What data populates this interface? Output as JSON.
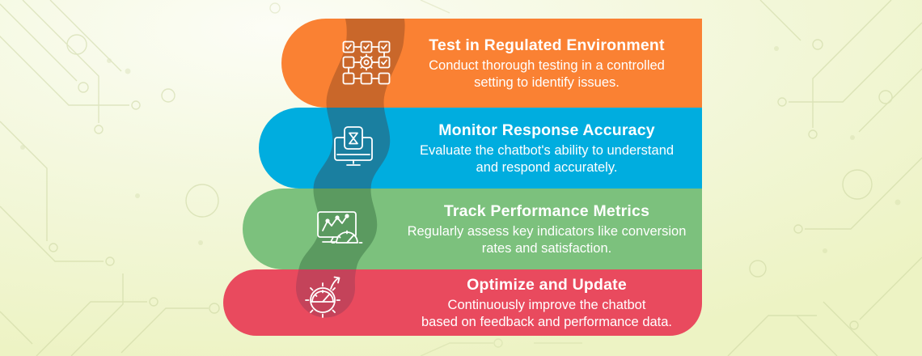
{
  "title_hint": "Chatbot testing and optimization infographic",
  "background": {
    "gradient_start": "#FCFDF6",
    "gradient_mid": "#F4F8DE",
    "gradient_end": "#EDF3C4",
    "pattern_color": "#C7D29B"
  },
  "steps": [
    {
      "title": "Test in Regulated Environment",
      "desc": [
        "Conduct thorough testing in a controlled",
        "setting to identify issues."
      ],
      "icon": "flowchart-checklist-gear-icon",
      "colors": {
        "band": "#FA8133",
        "ribbon": "#C9672A"
      }
    },
    {
      "title": "Monitor Response Accuracy",
      "desc": [
        "Evaluate the chatbot's ability to understand",
        "and respond accurately."
      ],
      "icon": "monitor-hourglass-card-icon",
      "colors": {
        "band": "#00ADDF",
        "ribbon": "#1A7FA0"
      }
    },
    {
      "title": "Track Performance Metrics",
      "desc": [
        "Regularly assess key indicators like conversion",
        "rates and satisfaction."
      ],
      "icon": "analytics-monitor-gauge-icon",
      "colors": {
        "band": "#7CC17D",
        "ribbon": "#5B9A60"
      }
    },
    {
      "title": "Optimize and Update",
      "desc": [
        "Continuously improve the chatbot",
        "based on feedback and performance data."
      ],
      "icon": "gear-speedometer-arrow-icon",
      "colors": {
        "band": "#E94A5E",
        "ribbon": "#C4435A"
      }
    }
  ],
  "text_color": "#FFFFFF"
}
